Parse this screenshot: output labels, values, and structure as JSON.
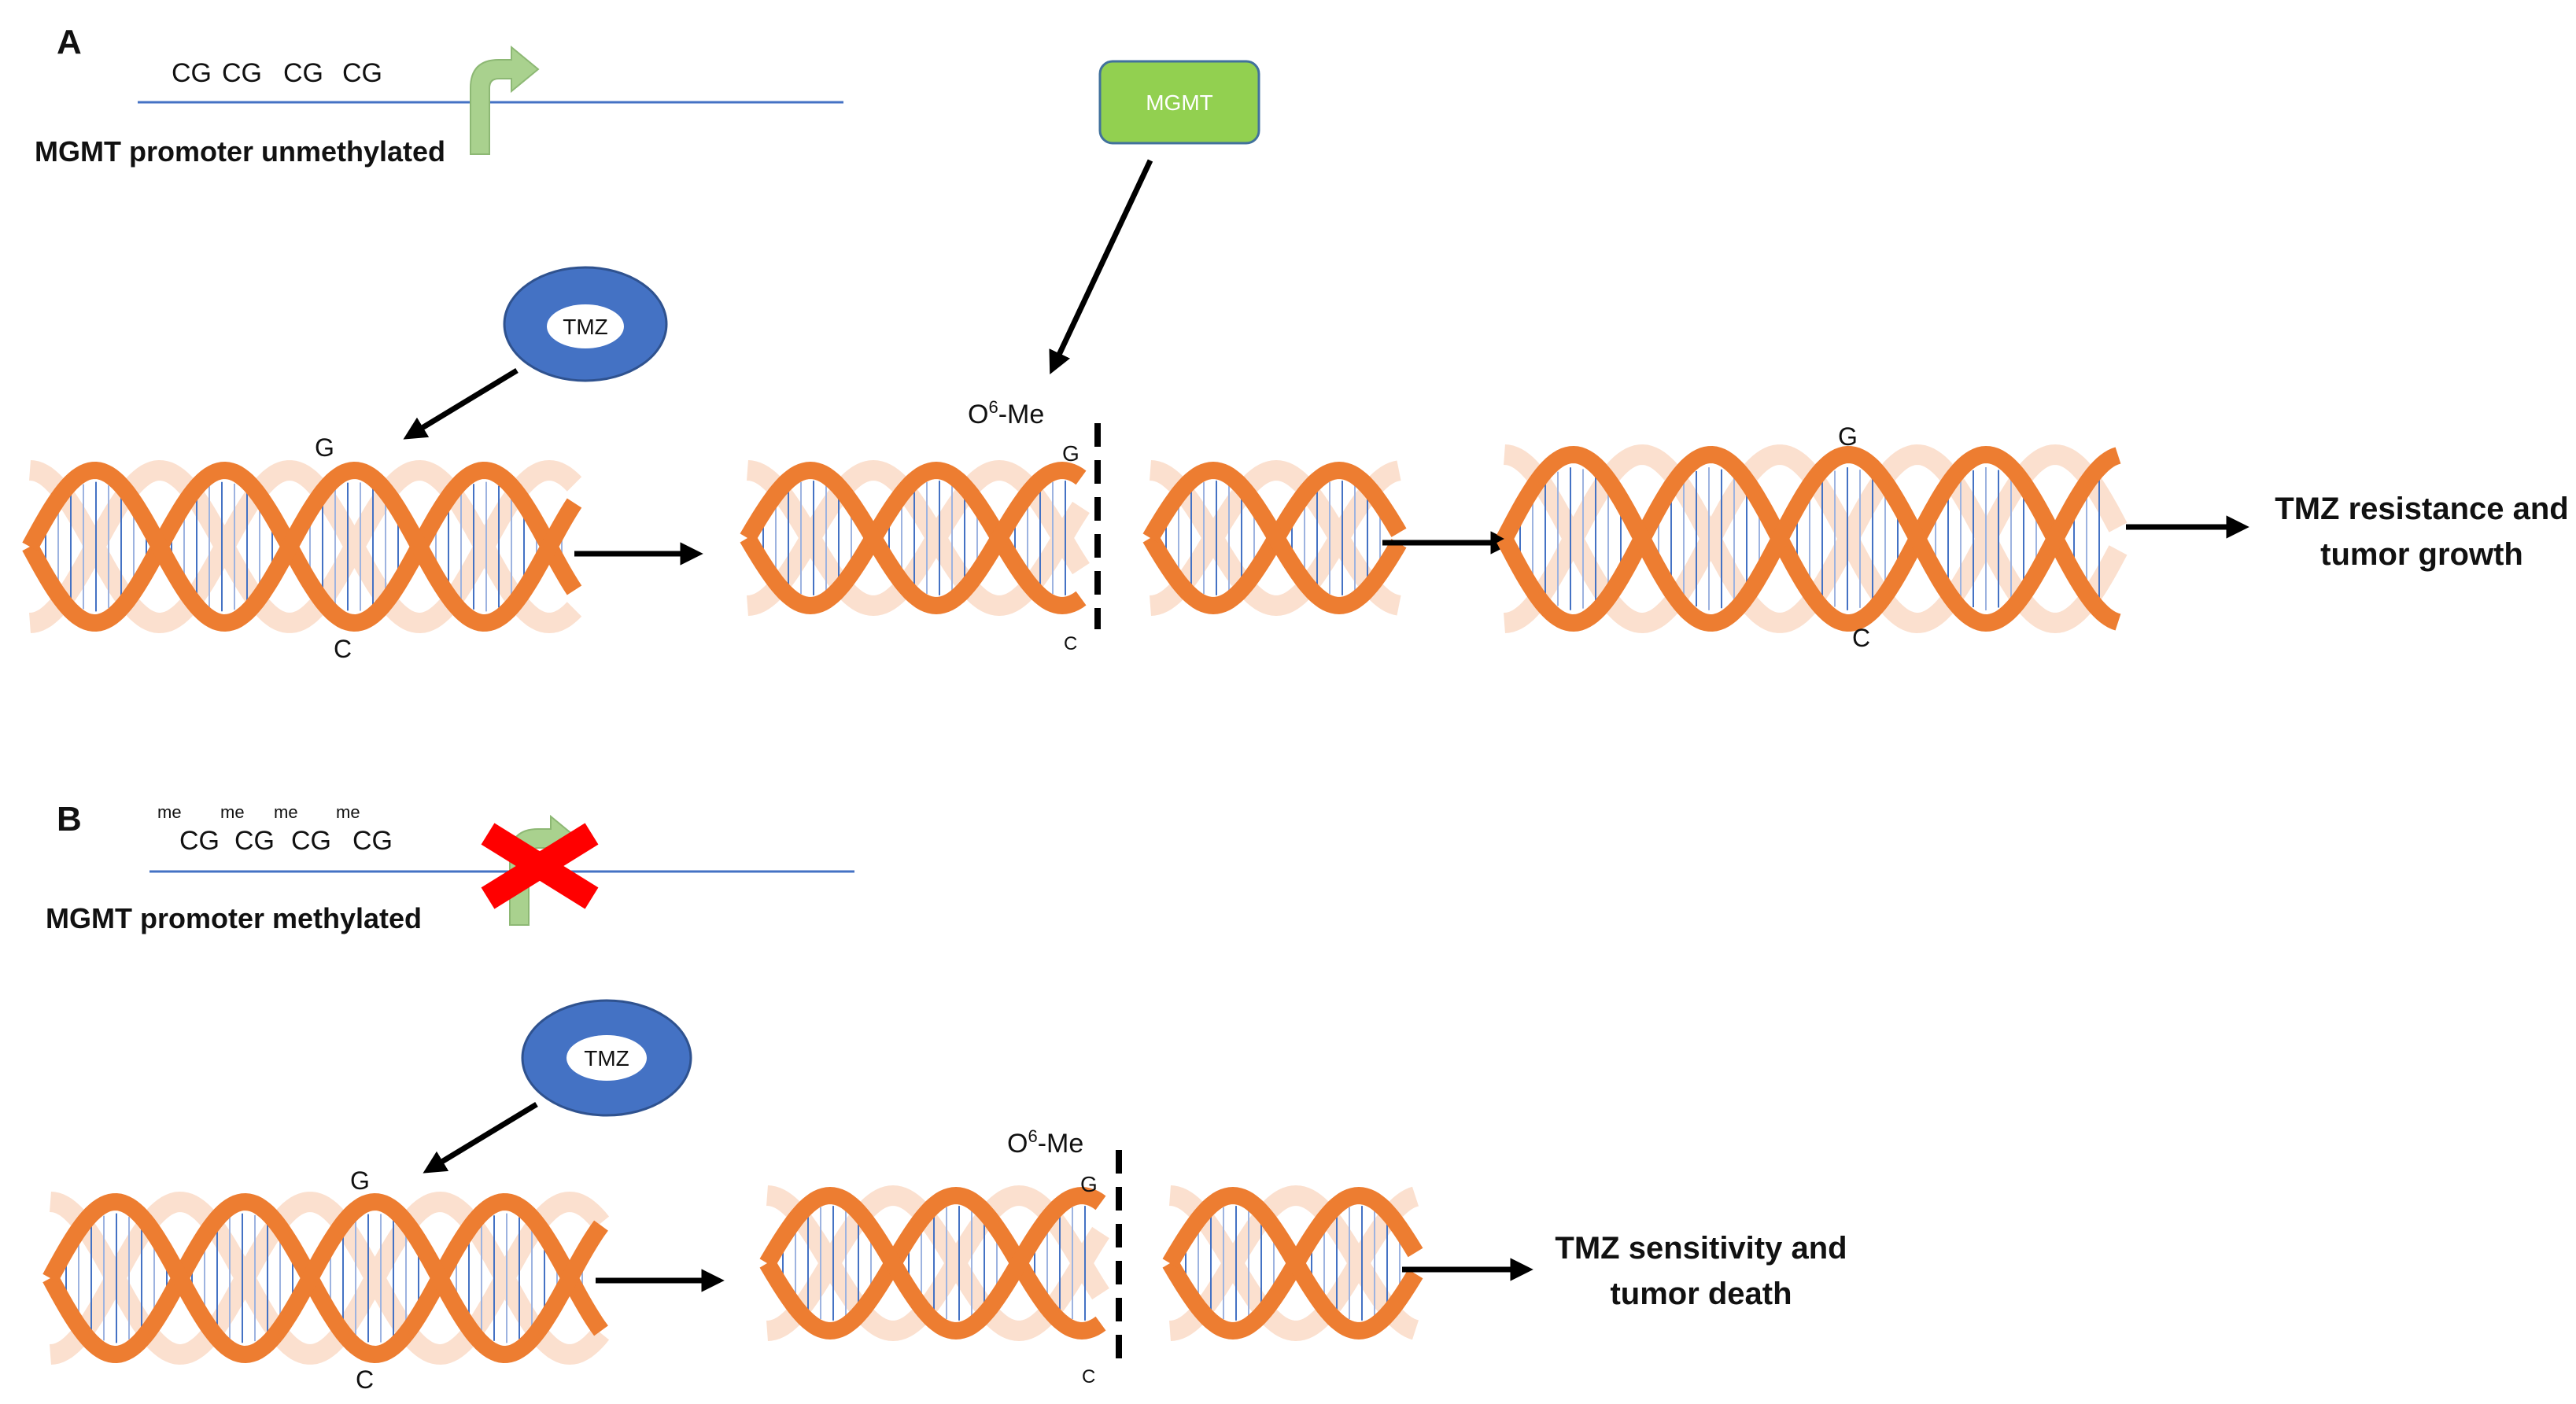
{
  "panels": {
    "a": {
      "label": "A",
      "cg_sites": [
        "CG",
        "CG",
        "CG",
        "CG"
      ],
      "promoter_label": "MGMT promoter unmethylated",
      "mgmt_label": "MGMT",
      "tmz_label": "TMZ",
      "base_g": "G",
      "base_c": "C",
      "o6me_prefix": "O",
      "o6me_sup": "6",
      "o6me_suffix": "-Me",
      "break_g": "G",
      "break_c": "C",
      "repaired_g": "G",
      "repaired_c": "C",
      "outcome_line1": "TMZ resistance and",
      "outcome_line2": "tumor growth"
    },
    "b": {
      "label": "B",
      "me_marks": [
        "me",
        "me",
        "me",
        "me"
      ],
      "cg_sites": [
        "CG",
        "CG",
        "CG",
        "CG"
      ],
      "promoter_label": "MGMT promoter methylated",
      "tmz_label": "TMZ",
      "base_g": "G",
      "base_c": "C",
      "o6me_prefix": "O",
      "o6me_sup": "6",
      "o6me_suffix": "-Me",
      "break_g": "G",
      "break_c": "C",
      "outcome_line1": "TMZ sensitivity and",
      "outcome_line2": "tumor death"
    }
  },
  "colors": {
    "strand": "#ED7D31",
    "strand_back": "#FBE0CF",
    "rung": "#4472C4",
    "rung_light": "#9DB3E0",
    "tmz_ring": "#4472C4",
    "tmz_ring_stroke": "#2F528F",
    "mgmt_box": "#92D050",
    "mgmt_box_stroke": "#41719C",
    "promoter_line": "#4472C4",
    "tss_arrow": "#A9D18E",
    "block_cross": "#FF0000"
  },
  "icons": {
    "tss": "transcription-start-arrow-icon",
    "block": "red-x-block-icon"
  }
}
